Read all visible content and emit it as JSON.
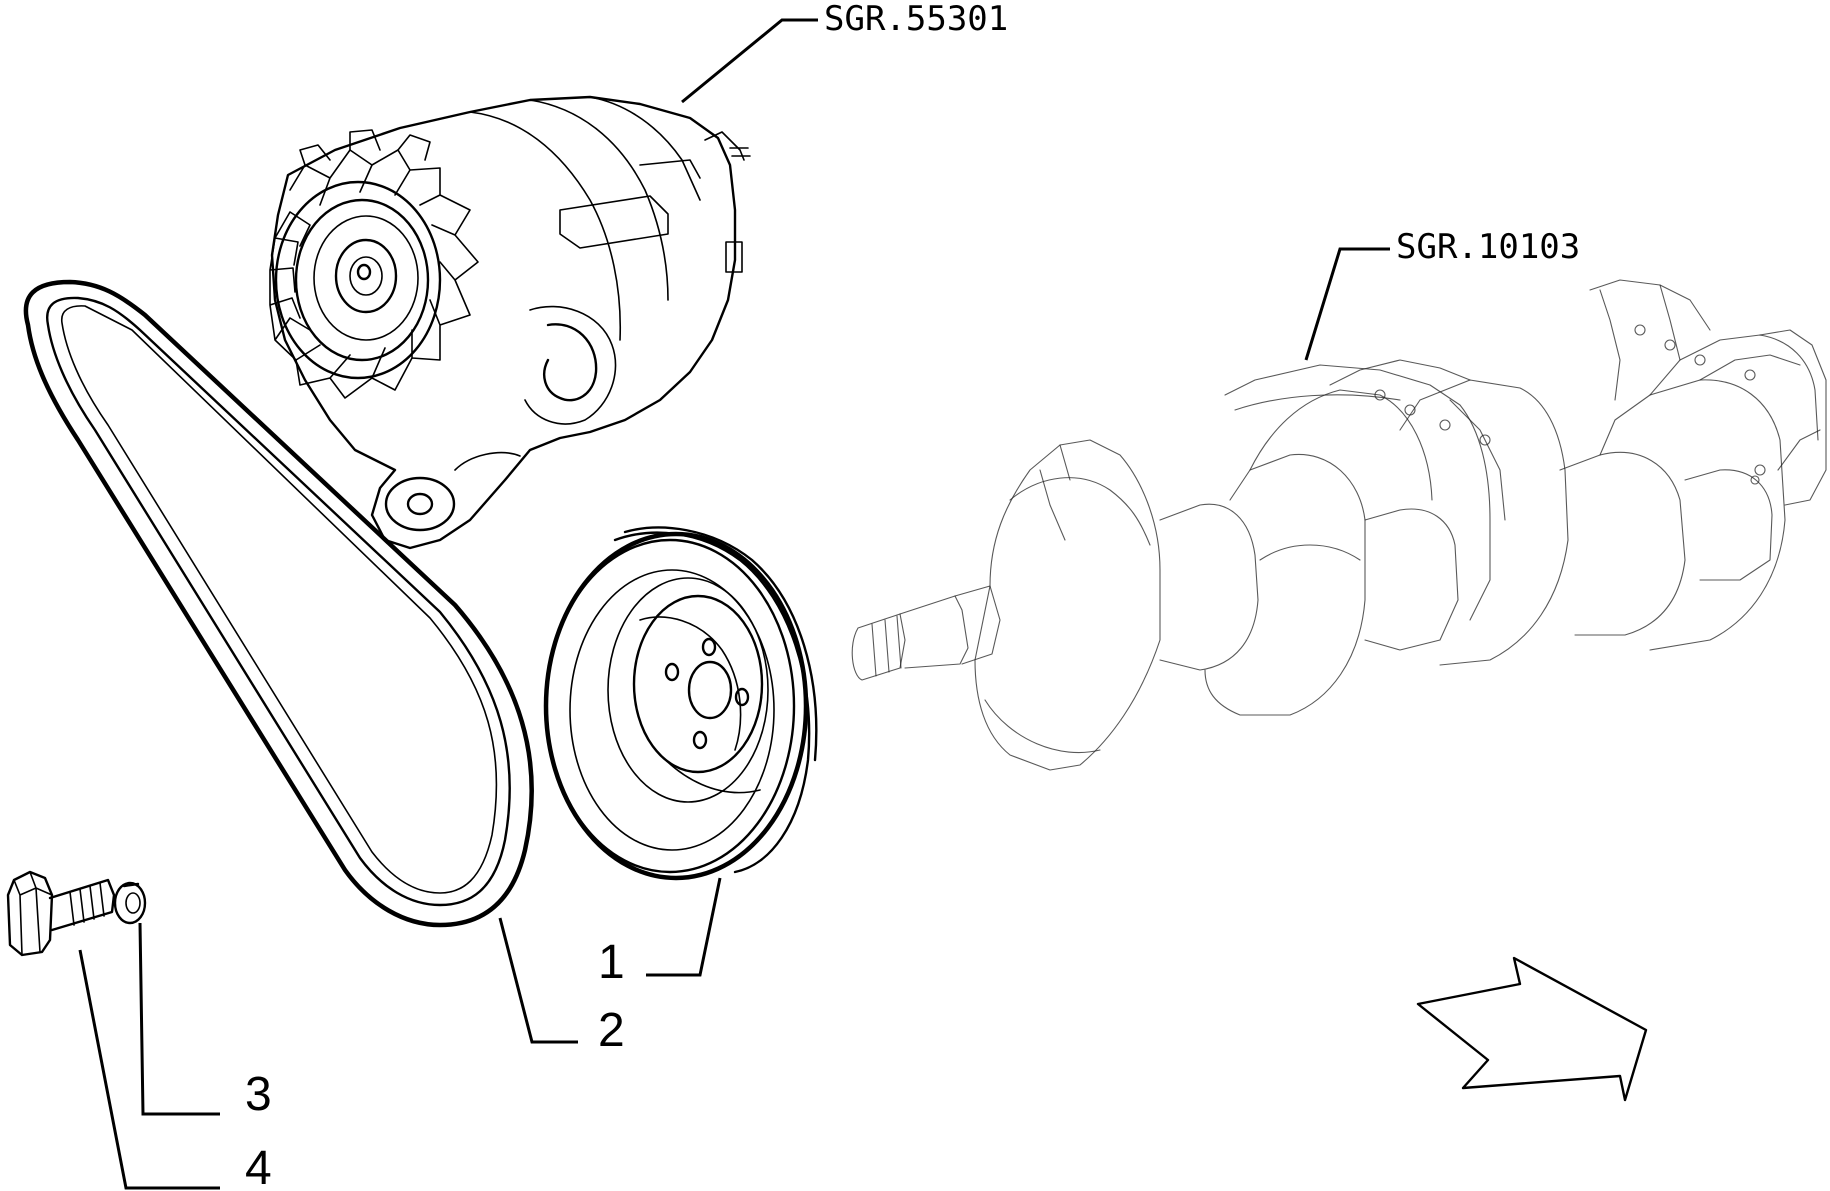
{
  "references": {
    "alternator": "SGR.55301",
    "crankshaft": "SGR.10103"
  },
  "callouts": {
    "pulley": "1",
    "belt": "2",
    "washer": "3",
    "bolt": "4"
  }
}
